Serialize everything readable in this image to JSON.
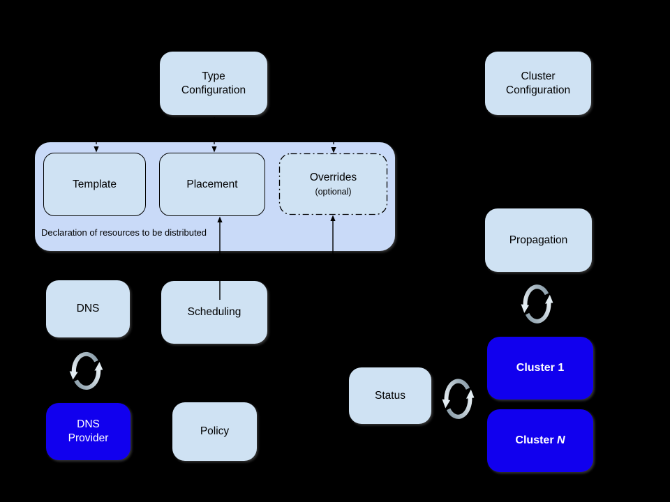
{
  "colors": {
    "background": "#000000",
    "node_fill_light": "#cfe2f3",
    "group_fill": "#c9daf8",
    "cluster_fill": "#1100ee",
    "text_dark": "#000000",
    "text_light": "#ffffff",
    "sync_icon_gray": "#8da0ac",
    "sync_icon_light": "#eaf1f6"
  },
  "icons": [
    {
      "name": "sync-icon-dns",
      "meaning": "circular sync arrows between DNS and DNS Provider"
    },
    {
      "name": "sync-icon-propagation",
      "meaning": "circular sync arrows between Propagation and Cluster 1"
    },
    {
      "name": "sync-icon-status",
      "meaning": "circular sync arrows between Status and clusters"
    }
  ],
  "group": {
    "caption": "Declaration of resources to be distributed"
  },
  "nodes": {
    "type_configuration": {
      "label": "Type\nConfiguration"
    },
    "cluster_configuration": {
      "label": "Cluster\nConfiguration"
    },
    "template": {
      "label": "Template"
    },
    "placement": {
      "label": "Placement"
    },
    "overrides": {
      "title": "Overrides",
      "subtitle": "(optional)"
    },
    "dns": {
      "label": "DNS"
    },
    "scheduling": {
      "label": "Scheduling"
    },
    "propagation": {
      "label": "Propagation"
    },
    "dns_provider": {
      "label": "DNS\nProvider"
    },
    "policy": {
      "label": "Policy"
    },
    "status": {
      "label": "Status"
    },
    "cluster_1": {
      "label": "Cluster 1"
    },
    "cluster_n": {
      "prefix": "Cluster ",
      "suffix": "N"
    }
  }
}
